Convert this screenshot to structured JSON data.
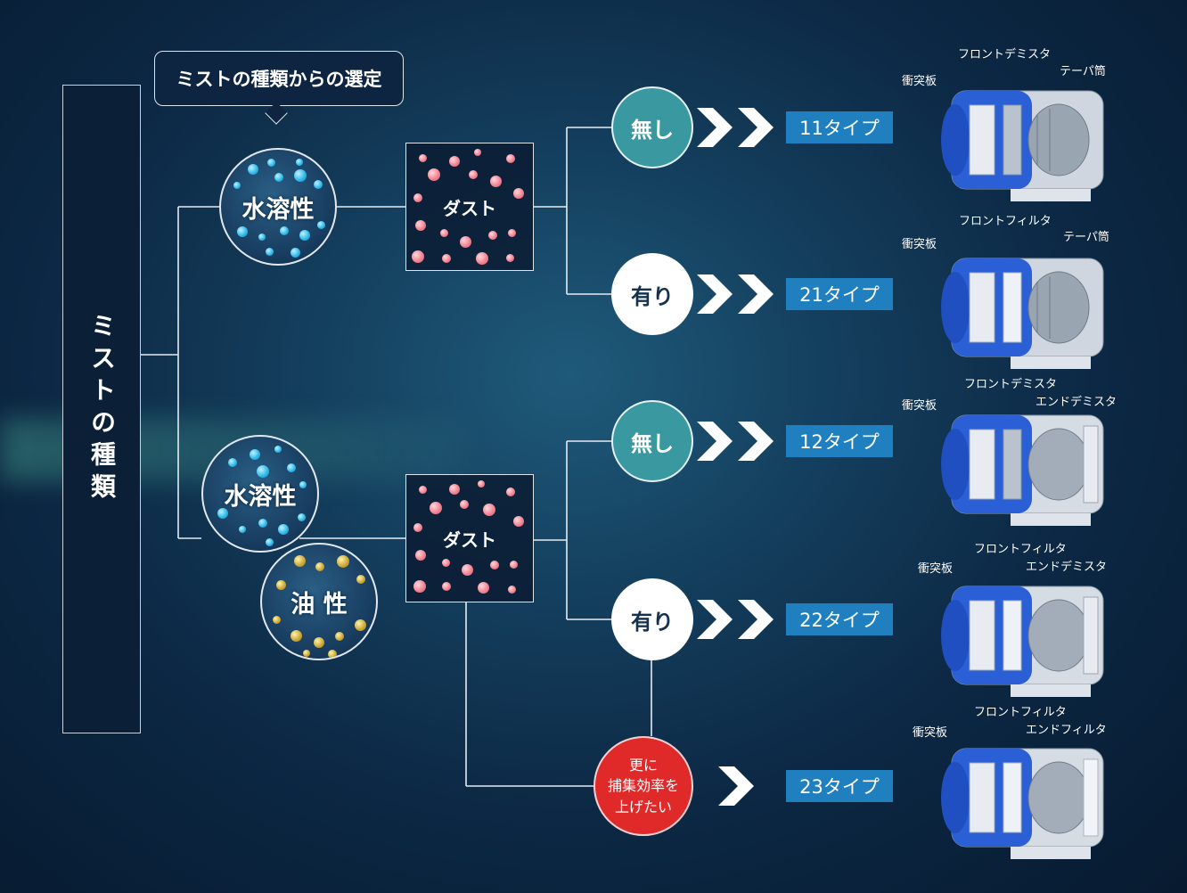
{
  "vertical_title": "ミストの種類",
  "selection_bubble": "ミストの種類からの選定",
  "mist": {
    "top_water": "水溶性",
    "bottom_water": "水溶性",
    "bottom_oil": "油 性"
  },
  "dust": {
    "top": "ダスト",
    "bottom": "ダスト"
  },
  "options": {
    "none_1": "無し",
    "present_1": "有り",
    "none_2": "無し",
    "present_2": "有り",
    "further_line1": "更に",
    "further_line2": "捕集効率を",
    "further_line3": "上げたい"
  },
  "types": {
    "t11": "11タイプ",
    "t21": "21タイプ",
    "t12": "12タイプ",
    "t22": "22タイプ",
    "t23": "23タイプ"
  },
  "product_labels": {
    "p11": {
      "a": "フロントデミスタ",
      "b": "テーパ筒",
      "c": "衝突板"
    },
    "p21": {
      "a": "フロントフィルタ",
      "b": "テーパ筒",
      "c": "衝突板"
    },
    "p12": {
      "a": "フロントデミスタ",
      "b": "エンドデミスタ",
      "c": "衝突板"
    },
    "p22": {
      "a": "フロントフィルタ",
      "b": "エンドデミスタ",
      "c": "衝突板"
    },
    "p23": {
      "a": "フロントフィルタ",
      "b": "エンドフィルタ",
      "c": "衝突板"
    }
  },
  "colors": {
    "teal": "#3a98a0",
    "type_blue": "#1f7fbf",
    "red": "#e02a2a",
    "water_dot": "#29b6e8",
    "oil_dot": "#c9a533",
    "dust_dot": "#f07e8e"
  }
}
